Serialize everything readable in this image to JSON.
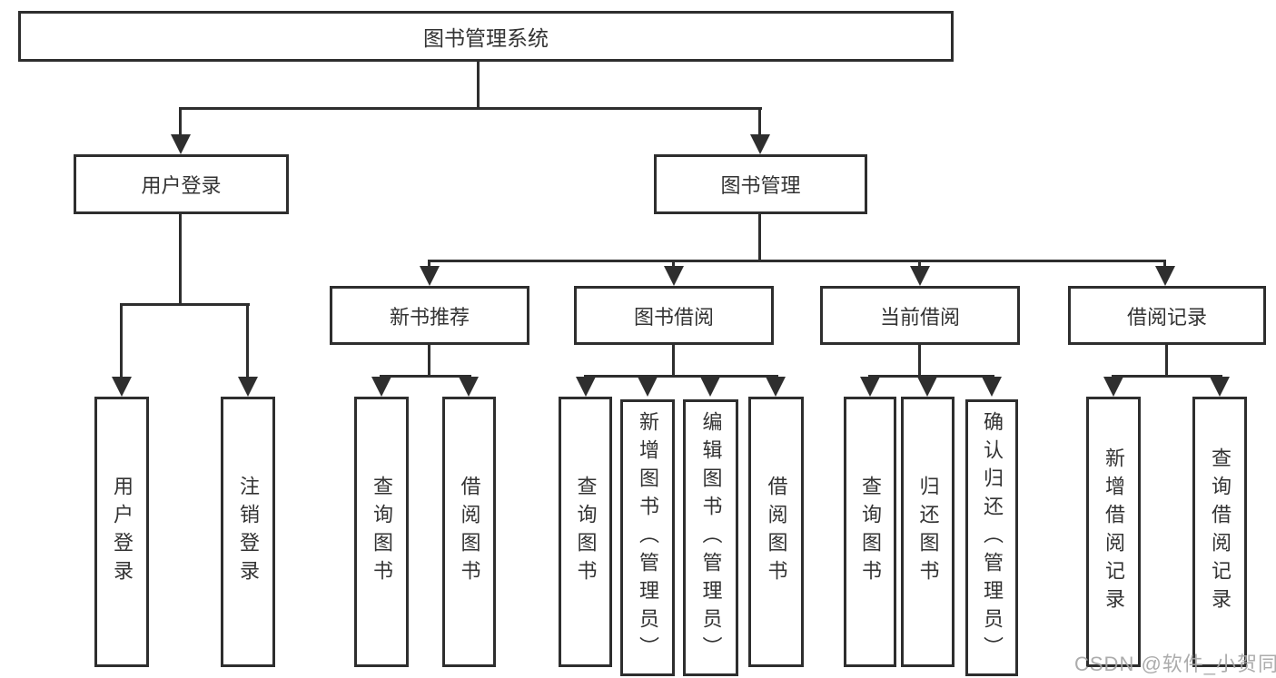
{
  "diagram": {
    "root_label": "图书管理系统",
    "branches": [
      {
        "label": "用户登录",
        "children": [
          {
            "label": "用户登录"
          },
          {
            "label": "注销登录"
          }
        ]
      },
      {
        "label": "图书管理",
        "children": [
          {
            "label": "新书推荐",
            "children": [
              {
                "label": "查询图书"
              },
              {
                "label": "借阅图书"
              }
            ]
          },
          {
            "label": "图书借阅",
            "children": [
              {
                "label": "查询图书"
              },
              {
                "label": "新增图书（管理员）"
              },
              {
                "label": "编辑图书（管理员）"
              },
              {
                "label": "借阅图书"
              }
            ]
          },
          {
            "label": "当前借阅",
            "children": [
              {
                "label": "查询图书"
              },
              {
                "label": "归还图书"
              },
              {
                "label": "确认归还（管理员）"
              }
            ]
          },
          {
            "label": "借阅记录",
            "children": [
              {
                "label": "新增借阅记录"
              },
              {
                "label": "查询借阅记录"
              }
            ]
          }
        ]
      }
    ]
  },
  "watermark": {
    "text": "CSDN @软件_小贺同学"
  },
  "colors": {
    "line": "#2e2e2e",
    "box_border": "#2e2e2e",
    "text": "#333333",
    "background": "#ffffff",
    "watermark": "#a6a6a6"
  }
}
